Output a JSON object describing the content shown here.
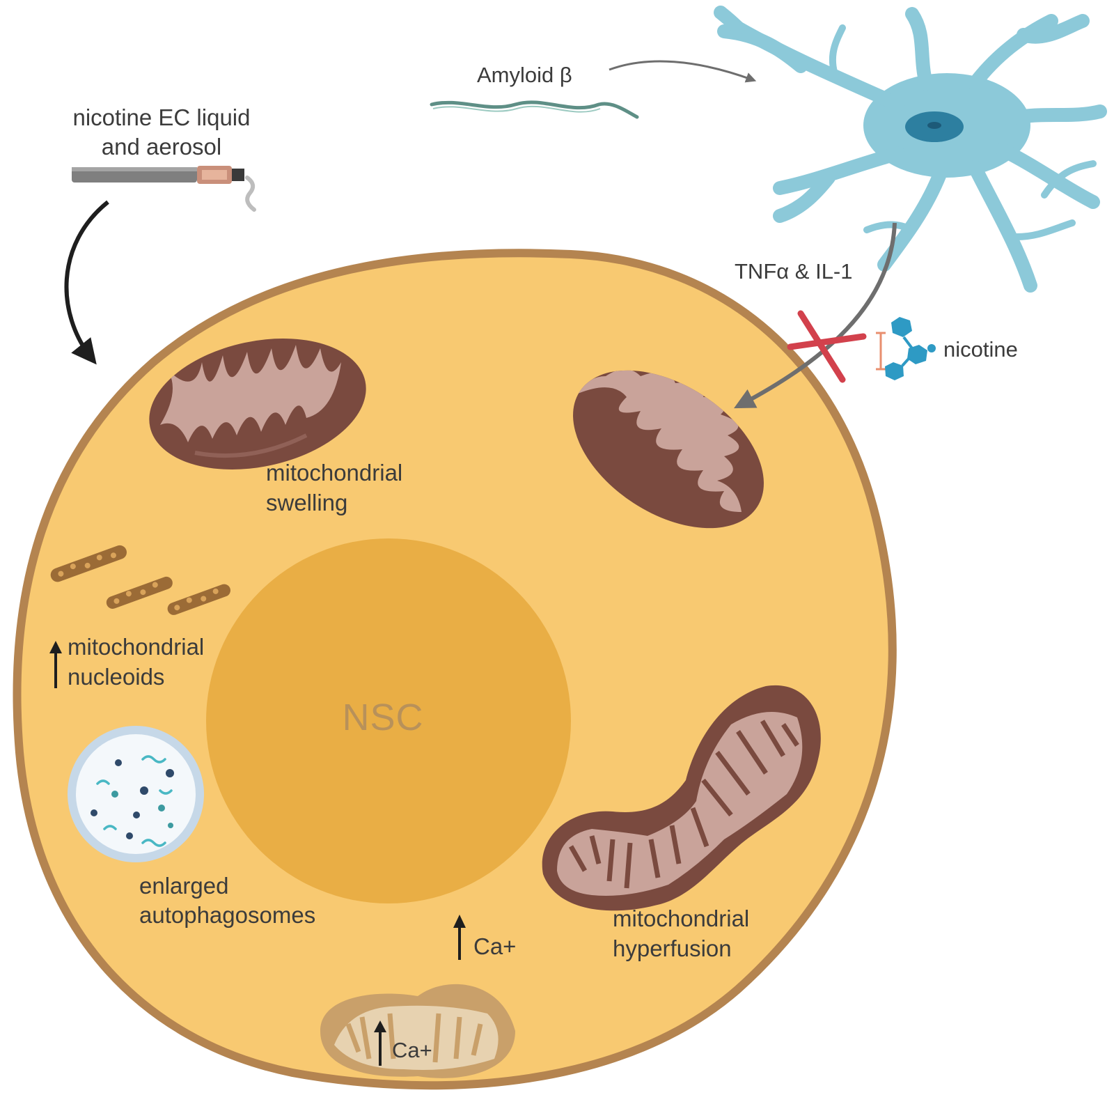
{
  "labels": {
    "ec_line1": "nicotine EC liquid",
    "ec_line2": "and aerosol",
    "amyloid": "Amyloid β",
    "cytokines": "TNFα & IL-1",
    "nicotine": "nicotine",
    "swelling_line1": "mitochondrial",
    "swelling_line2": "swelling",
    "nucleoids_line1": "mitochondrial",
    "nucleoids_line2": "nucleoids",
    "nsc": "NSC",
    "autophago_line1": "enlarged",
    "autophago_line2": "autophagosomes",
    "ca_nucleus": "Ca+",
    "ca_mito": "Ca+",
    "hyperfusion_line1": "mitochondrial",
    "hyperfusion_line2": "hyperfusion"
  },
  "colors": {
    "cytoplasm": "#f8c971",
    "membrane": "#b48450",
    "nucleus": "#e9ae45",
    "mito_outer": "#7a4a3f",
    "mito_inner": "#c9a39a",
    "faded_mito_outer": "#c9a06a",
    "faded_mito_inner": "#e7d2b0",
    "neuron": "#8cc9d9",
    "neuron_nucleus": "#2d7fa0",
    "amyloid": "#5e8f86",
    "inhibit_x": "#d2414c",
    "nicotine_molecule": "#2e9ac4"
  },
  "icons": [
    "e-cigarette-icon",
    "neuron-icon",
    "amyloid-fibril-icon",
    "nicotine-molecule-icon",
    "inhibition-x-icon",
    "mitochondrion-icon",
    "autophagosome-icon",
    "nucleoid-icon",
    "up-arrow-icon"
  ]
}
